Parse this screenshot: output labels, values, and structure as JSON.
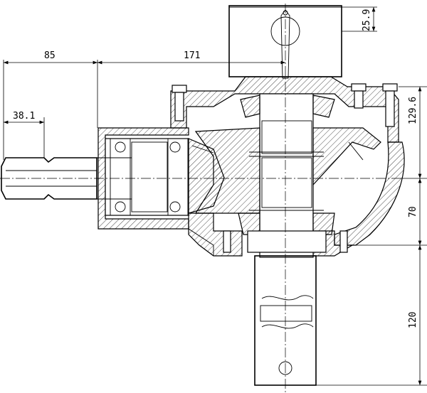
{
  "dimensions": {
    "motor_height": "25.9",
    "input_length": "85",
    "output_offset": "171",
    "pto_length": "38.1",
    "upper_height": "129.6",
    "lower_height": "70",
    "shaft_length": "120"
  }
}
